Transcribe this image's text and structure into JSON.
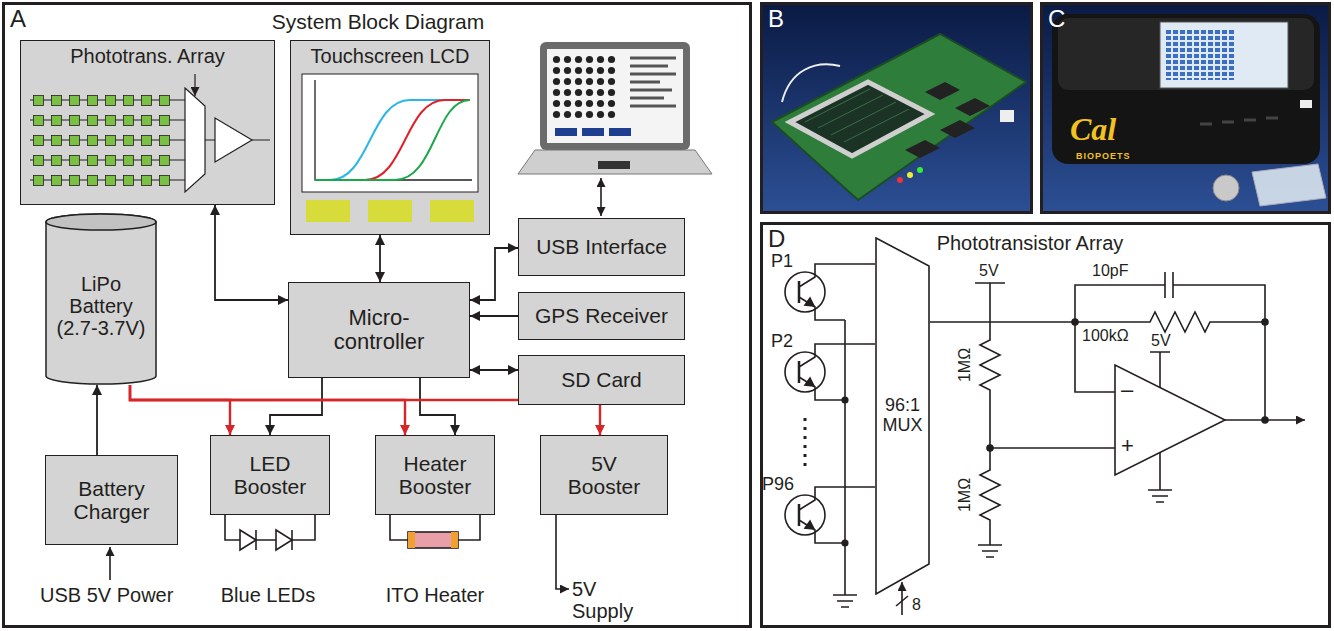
{
  "diagram": {
    "nodes": [
      {
        "text": [
          "A",
          "System Block Diagram"
        ]
      },
      {
        "text": [
          "Phototrans. Array"
        ],
        "in": 0
      },
      {
        "text": [
          "Touchscreen LCD"
        ],
        "in": 0
      },
      {
        "text": [
          "USB Interface"
        ],
        "in": 0
      },
      {
        "text": [
          "Micro- controller"
        ],
        "in": 0
      },
      {
        "text": [
          "GPS Receiver"
        ],
        "in": 0
      },
      {
        "text": [
          "SD Card"
        ],
        "in": 0
      },
      {
        "text": [
          "LiPo Battery (2.7-3.7V)"
        ],
        "in": 0
      },
      {
        "text": [
          "Battery Charger"
        ],
        "in": 0
      },
      {
        "text": [
          "LED Booster"
        ],
        "in": 0
      },
      {
        "text": [
          "Heater Booster"
        ],
        "in": 0
      },
      {
        "text": [
          "5V Booster"
        ],
        "in": 0
      },
      {
        "text": [
          "B"
        ]
      },
      {
        "text": [
          "C"
        ]
      },
      {
        "text": [
          "D",
          "Phototransistor Array"
        ]
      },
      {
        "text": [
          "96:1 MUX"
        ],
        "in": 14
      }
    ],
    "edges": [
      {
        "from": 4,
        "to": 1,
        "arrow": "both"
      },
      {
        "from": 4,
        "to": 2,
        "arrow": "both"
      },
      {
        "from": 4,
        "to": 3,
        "arrow": "both"
      },
      {
        "from": 5,
        "to": 4,
        "arrow": "to"
      },
      {
        "from": 6,
        "to": 4,
        "arrow": "both"
      },
      {
        "from": 4,
        "to": 9,
        "arrow": "to"
      },
      {
        "from": 4,
        "to": 10,
        "arrow": "to"
      },
      {
        "from": 8,
        "to": 7,
        "arrow": "to"
      },
      {
        "from": 7,
        "to": 9,
        "arrow": "to"
      },
      {
        "from": 7,
        "to": 10,
        "arrow": "to"
      },
      {
        "from": 7,
        "to": 11,
        "arrow": "to"
      }
    ],
    "labels": [
      "USB 5V Power",
      "Blue LEDs",
      "ITO Heater",
      "5V Supply",
      "Cal",
      "BIOPOETS",
      "P1",
      "P2",
      "P96",
      "5V",
      "1MΩ",
      "1MΩ",
      "10pF",
      "100kΩ",
      "5V",
      "–",
      "+",
      "8"
    ]
  }
}
